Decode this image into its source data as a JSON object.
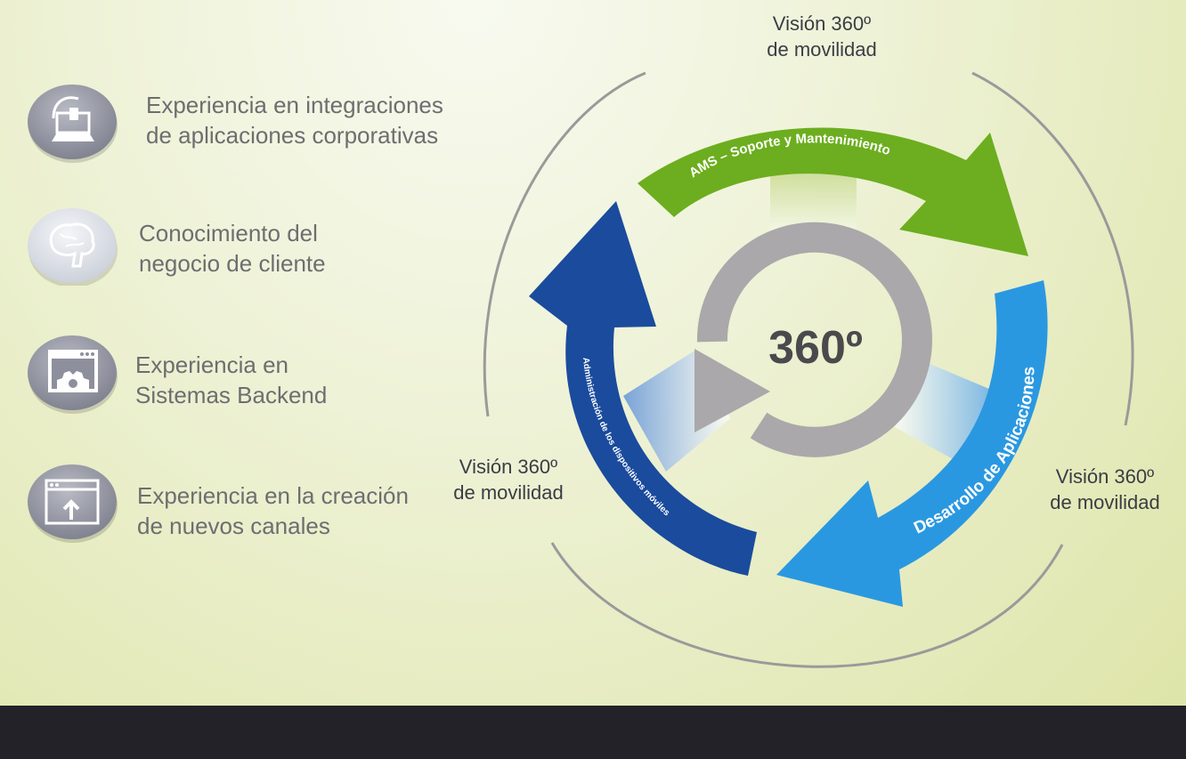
{
  "features": [
    {
      "icon": "laptop-plug-icon",
      "line1": "Experiencia en integraciones",
      "line2": "de aplicaciones corporativas"
    },
    {
      "icon": "brain-icon",
      "line1": "Conocimiento del",
      "line2": "negocio de cliente"
    },
    {
      "icon": "browser-gear-icon",
      "line1": "Experiencia en",
      "line2": "Sistemas Backend"
    },
    {
      "icon": "browser-upload-icon",
      "line1": "Experiencia en la creación",
      "line2": "de nuevos canales"
    }
  ],
  "diagram": {
    "center_label": "360º",
    "arrows": {
      "green": "AMS – Soporte y Mantenimiento",
      "light_blue": "Desarrollo de Aplicaciones",
      "dark_blue": "Administración de los dispositivos móviles"
    },
    "vision_labels": [
      {
        "line1": "Visión 360º",
        "line2": "de movilidad"
      },
      {
        "line1": "Visión 360º",
        "line2": "de movilidad"
      },
      {
        "line1": "Visión 360º",
        "line2": "de movilidad"
      }
    ]
  },
  "colors": {
    "green": "#6bad1e",
    "light_blue": "#2a97e0",
    "dark_blue": "#1a4a9c",
    "gray_ring": "#a8a6a8",
    "text_gray": "#6d6e70",
    "footer": "#222228"
  }
}
